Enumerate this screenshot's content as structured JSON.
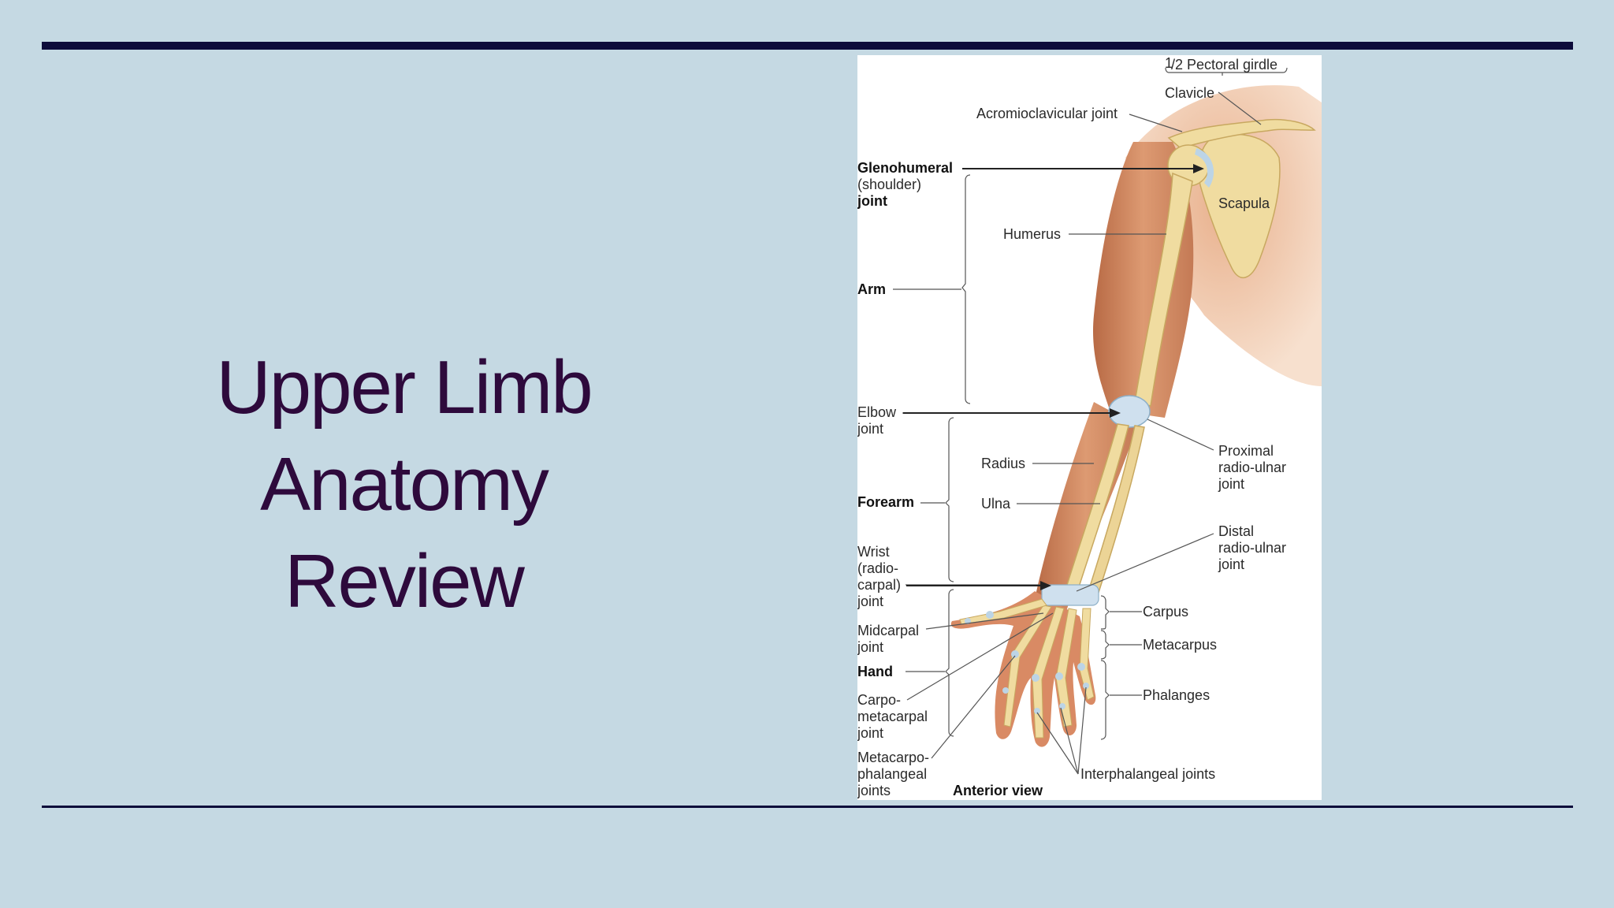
{
  "slide": {
    "title_lines": [
      "Upper Limb",
      "Anatomy",
      "Review"
    ]
  },
  "figure": {
    "labels": {
      "pectoral_girdle_frac": "1",
      "pectoral_girdle": "/2 Pectoral girdle",
      "clavicle": "Clavicle",
      "acromioclavicular": "Acromioclavicular joint",
      "glenohumeral_1": "Glenohumeral",
      "glenohumeral_2": "(shoulder)",
      "glenohumeral_3": "joint",
      "scapula": "Scapula",
      "humerus": "Humerus",
      "arm": "Arm",
      "elbow_1": "Elbow",
      "elbow_2": "joint",
      "proximal_1": "Proximal",
      "proximal_2": "radio-ulnar",
      "proximal_3": "joint",
      "radius": "Radius",
      "forearm": "Forearm",
      "ulna": "Ulna",
      "distal_1": "Distal",
      "distal_2": "radio-ulnar",
      "distal_3": "joint",
      "wrist_1": "Wrist",
      "wrist_2": "(radio-",
      "wrist_3": "carpal)",
      "wrist_4": "joint",
      "carpus": "Carpus",
      "midcarpal_1": "Midcarpal",
      "midcarpal_2": "joint",
      "metacarpus": "Metacarpus",
      "hand": "Hand",
      "phalanges": "Phalanges",
      "cmc_1": "Carpo-",
      "cmc_2": "metacarpal",
      "cmc_3": "joint",
      "mcp_1": "Metacarpo-",
      "mcp_2": "phalangeal",
      "mcp_3": "joints",
      "interphalangeal": "Interphalangeal joints",
      "anterior_view": "Anterior view"
    }
  },
  "colors": {
    "background": "#c5d9e3",
    "rule": "#0d0b3a",
    "title": "#2e0a3c",
    "bone": "#f0dca0",
    "skin": "#d9926a",
    "cartilage": "#bcd4e6"
  }
}
